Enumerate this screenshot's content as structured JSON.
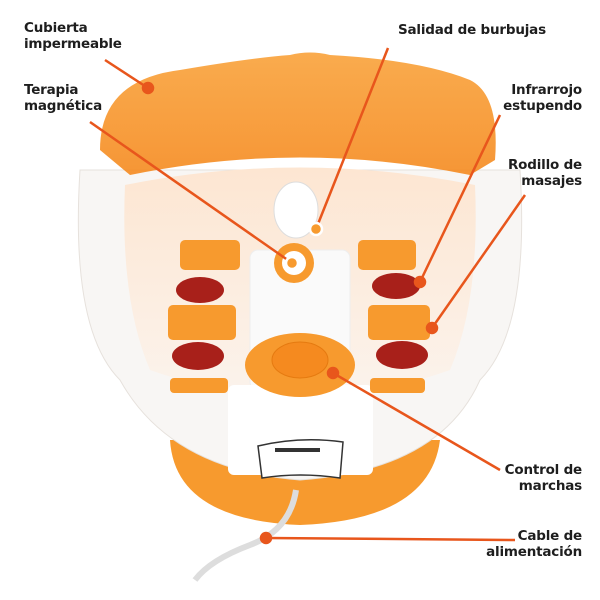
{
  "colors": {
    "accent": "#e8561c",
    "orange": "#f7941d",
    "text": "#1e1e1e"
  },
  "labels": {
    "cubierta": [
      "Cubierta",
      "impermeable"
    ],
    "terapia": [
      "Terapia",
      "magnética"
    ],
    "salida": [
      "Salidad de burbujas"
    ],
    "infrarrojo": [
      "Infrarrojo",
      "estupendo"
    ],
    "rodillo": [
      "Rodillo de",
      "masajes"
    ],
    "control": [
      "Control de",
      "marchas"
    ],
    "cable": [
      "Cable de",
      "alimentación"
    ]
  }
}
